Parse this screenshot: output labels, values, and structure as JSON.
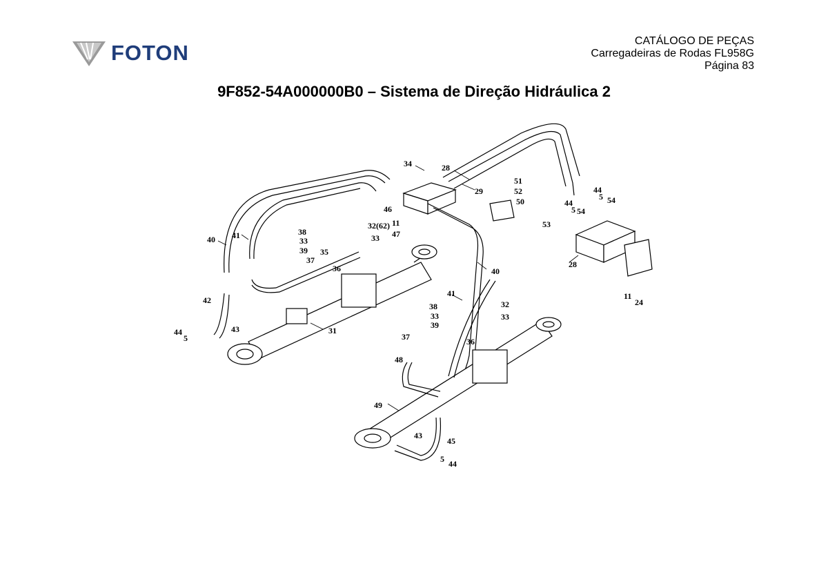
{
  "header": {
    "logo_text": "FOTON",
    "catalog_title": "CATÁLOGO DE PEÇAS",
    "catalog_subtitle": "Carregadeiras de Rodas FL958G",
    "page_label": "Página 83"
  },
  "title": "9F852-54A000000B0 – Sistema de Direção Hidráulica 2",
  "diagram": {
    "callouts": [
      "34",
      "28",
      "29",
      "51",
      "52",
      "50",
      "44",
      "5",
      "54",
      "44",
      "5",
      "54",
      "53",
      "28",
      "46",
      "11",
      "32(62)",
      "47",
      "33",
      "38",
      "33",
      "39",
      "37",
      "35",
      "36",
      "40",
      "41",
      "40",
      "41",
      "42",
      "44",
      "5",
      "43",
      "31",
      "38",
      "33",
      "39",
      "37",
      "32",
      "33",
      "36",
      "48",
      "49",
      "43",
      "45",
      "5",
      "44",
      "11",
      "24"
    ]
  }
}
